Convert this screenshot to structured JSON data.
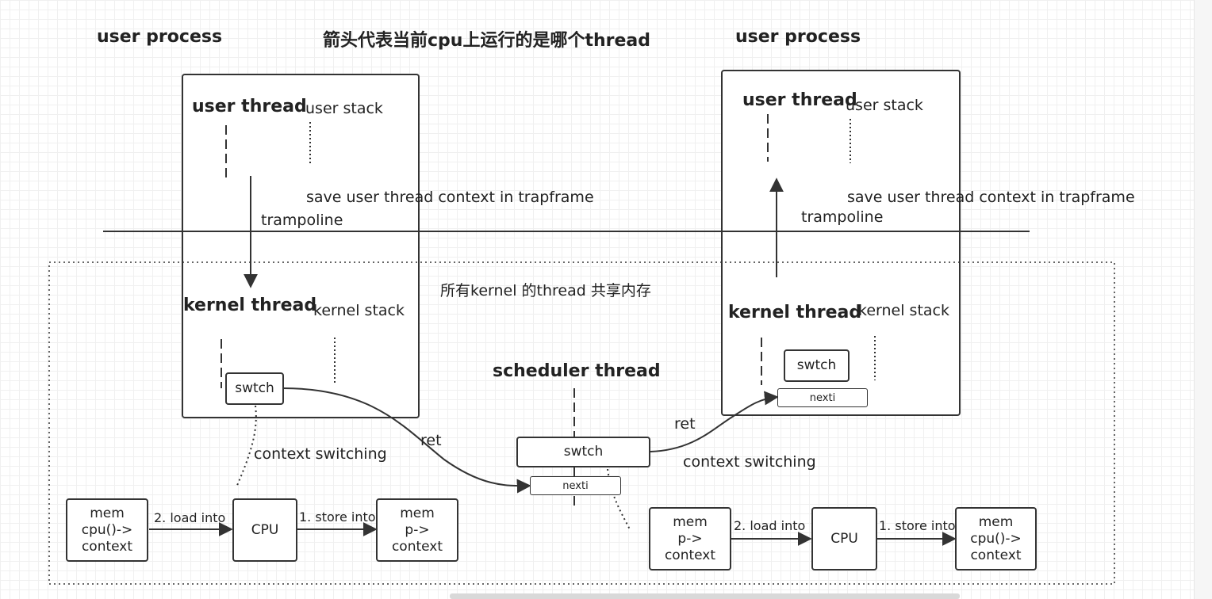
{
  "diagram": {
    "title": "箭头代表当前cpu上运行的是哪个thread",
    "kernel_region_label": "所有kernel 的thread 共享内存",
    "left_process": {
      "label": "user process",
      "user_thread": "user thread",
      "user_stack": "user stack",
      "kernel_thread": "kernel thread",
      "kernel_stack": "kernel  stack",
      "save_note": "save user thread context in trapframe",
      "trampoline": "trampoline",
      "swtch": "swtch"
    },
    "right_process": {
      "label": "user process",
      "user_thread": "user thread",
      "user_stack": "user stack",
      "kernel_thread": "kernel thread",
      "kernel_stack": "kernel  stack",
      "save_note": "save user thread context in trapframe",
      "trampoline": "trampoline",
      "swtch": "swtch",
      "nexti": "nexti"
    },
    "scheduler": {
      "label": "scheduler thread",
      "swtch": "swtch",
      "nexti": "nexti"
    },
    "edges": {
      "ret_left": "ret",
      "ret_right": "ret",
      "context_switching_left": "context switching",
      "context_switching_right": "context switching"
    },
    "left_flow": {
      "mem_box": "mem\ncpu()->\ncontext",
      "load_label": "2. load into",
      "cpu_box": "CPU",
      "store_label": "1. store into",
      "dest_box": "mem\np->\ncontext"
    },
    "right_flow": {
      "mem_box": "mem\np->\ncontext",
      "load_label": "2. load into",
      "cpu_box": "CPU",
      "store_label": "1. store into",
      "dest_box": "mem\ncpu()->\ncontext"
    }
  }
}
